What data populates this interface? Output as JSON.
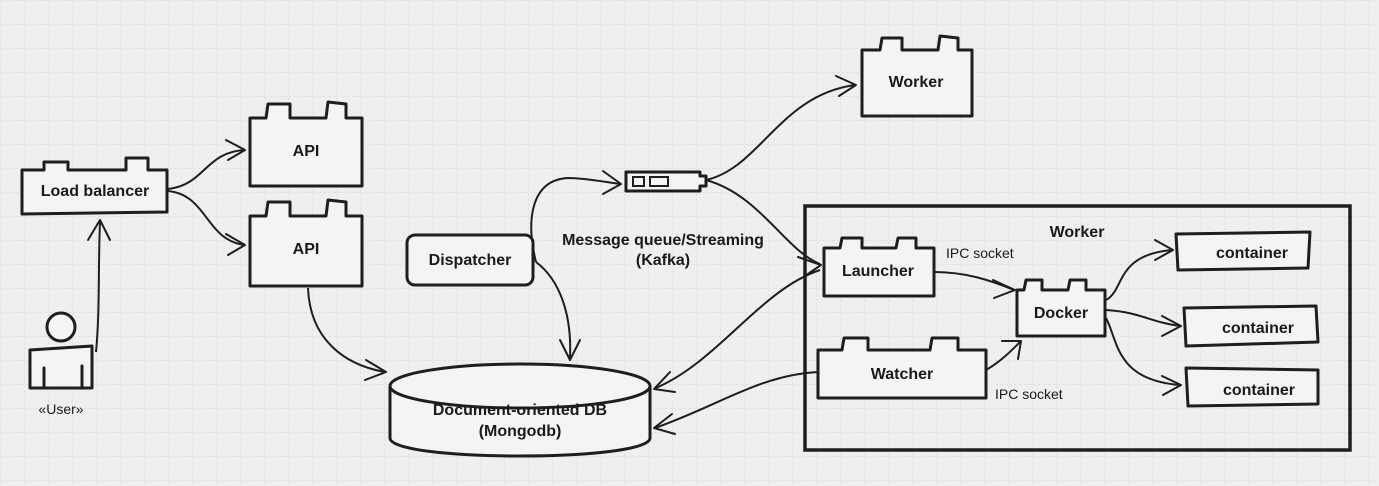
{
  "nodes": {
    "load_balancer": "Load balancer",
    "api_1": "API",
    "api_2": "API",
    "dispatcher": "Dispatcher",
    "message_queue_line1": "Message queue/Streaming",
    "message_queue_line2": "(Kafka)",
    "worker_top": "Worker",
    "database_line1": "Document-oriented DB",
    "database_line2": "(Mongodb)",
    "worker_group": "Worker",
    "launcher": "Launcher",
    "watcher": "Watcher",
    "docker": "Docker",
    "container_1": "container",
    "container_2": "container",
    "container_3": "container"
  },
  "actor": {
    "label": "«User»"
  },
  "edge_labels": {
    "ipc_launcher": "IPC socket",
    "ipc_watcher": "IPC socket"
  }
}
